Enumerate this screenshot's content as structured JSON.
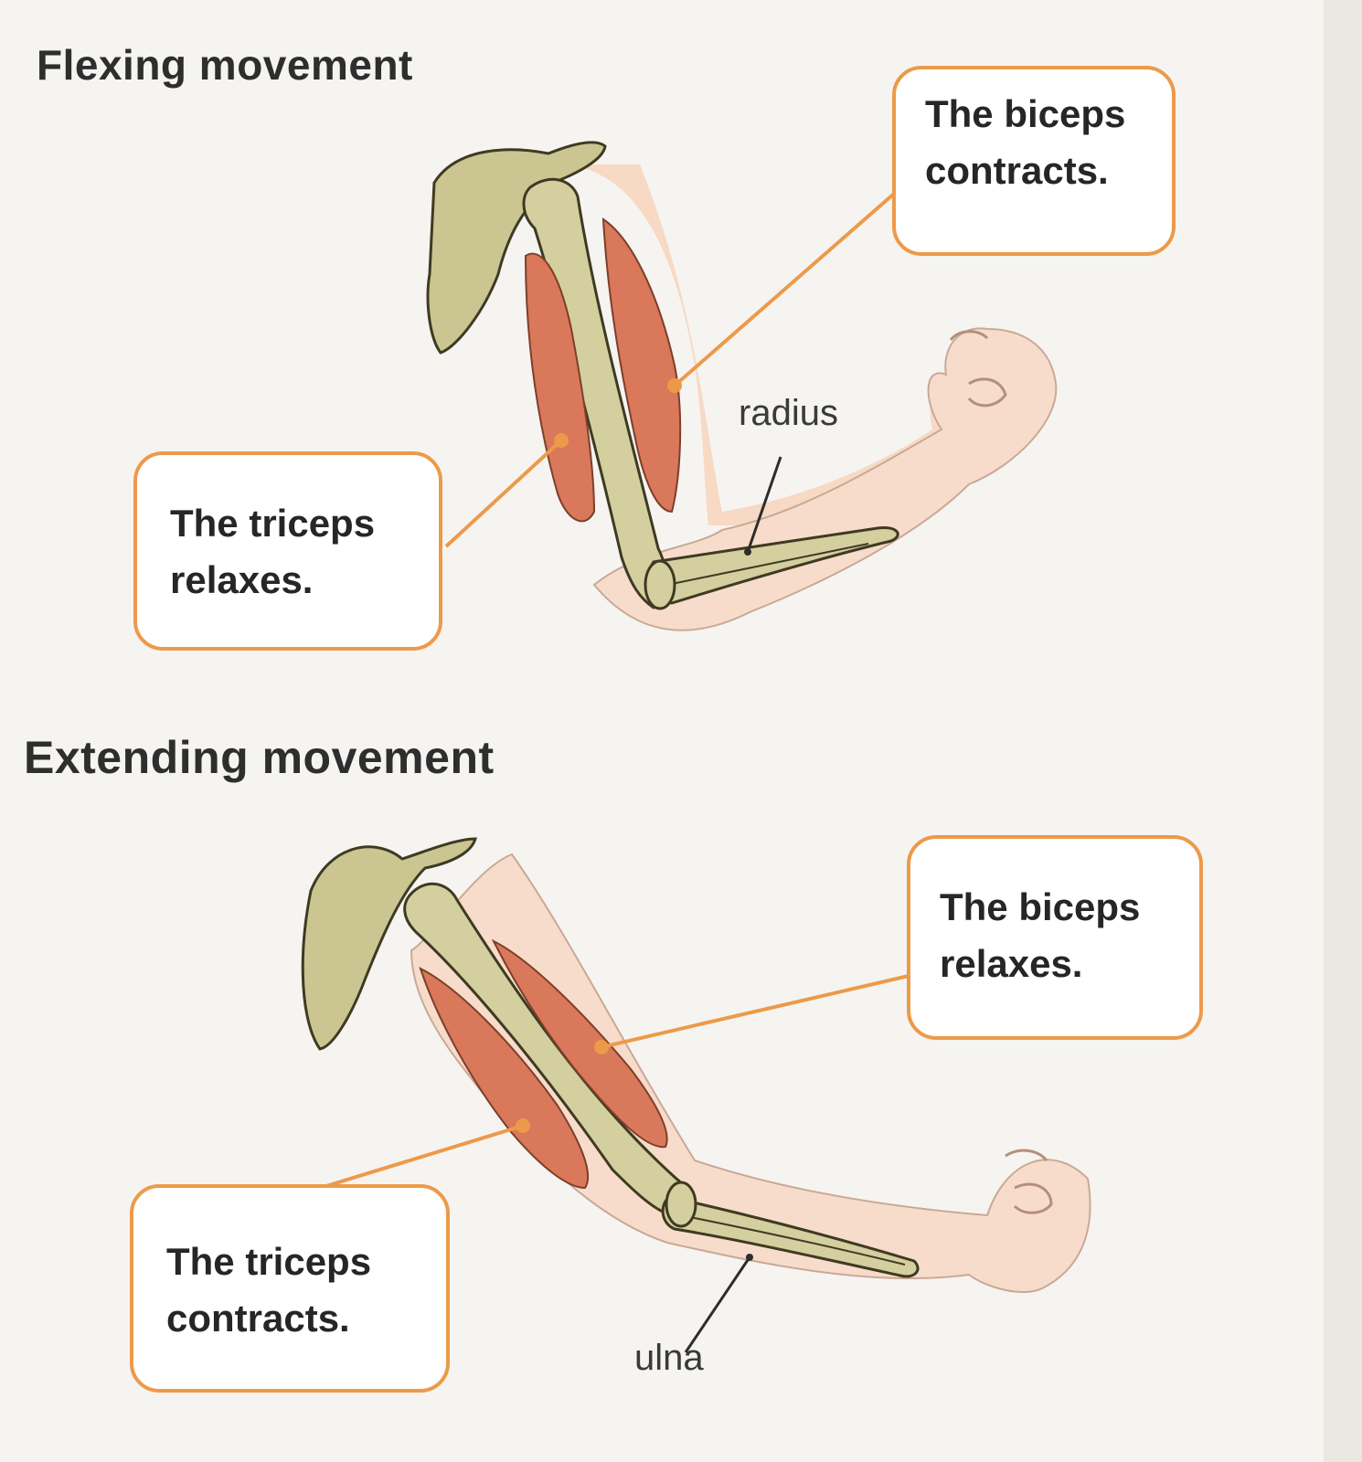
{
  "panels": {
    "flexing": {
      "heading": "Flexing movement",
      "biceps_callout": {
        "line1": "The biceps",
        "line2": "contracts."
      },
      "triceps_callout": {
        "line1": "The triceps",
        "line2": "relaxes."
      },
      "bone_label": "radius"
    },
    "extending": {
      "heading": "Extending movement",
      "biceps_callout": {
        "line1": "The biceps",
        "line2": "relaxes."
      },
      "triceps_callout": {
        "line1": "The triceps",
        "line2": "contracts."
      },
      "bone_label": "ulna"
    }
  },
  "colors": {
    "callout_border": "#ec9a4a",
    "leader_line": "#ec9a4a",
    "muscle": "#d9785a",
    "bone": "#cfca9a",
    "skin": "#f7d9c4"
  }
}
